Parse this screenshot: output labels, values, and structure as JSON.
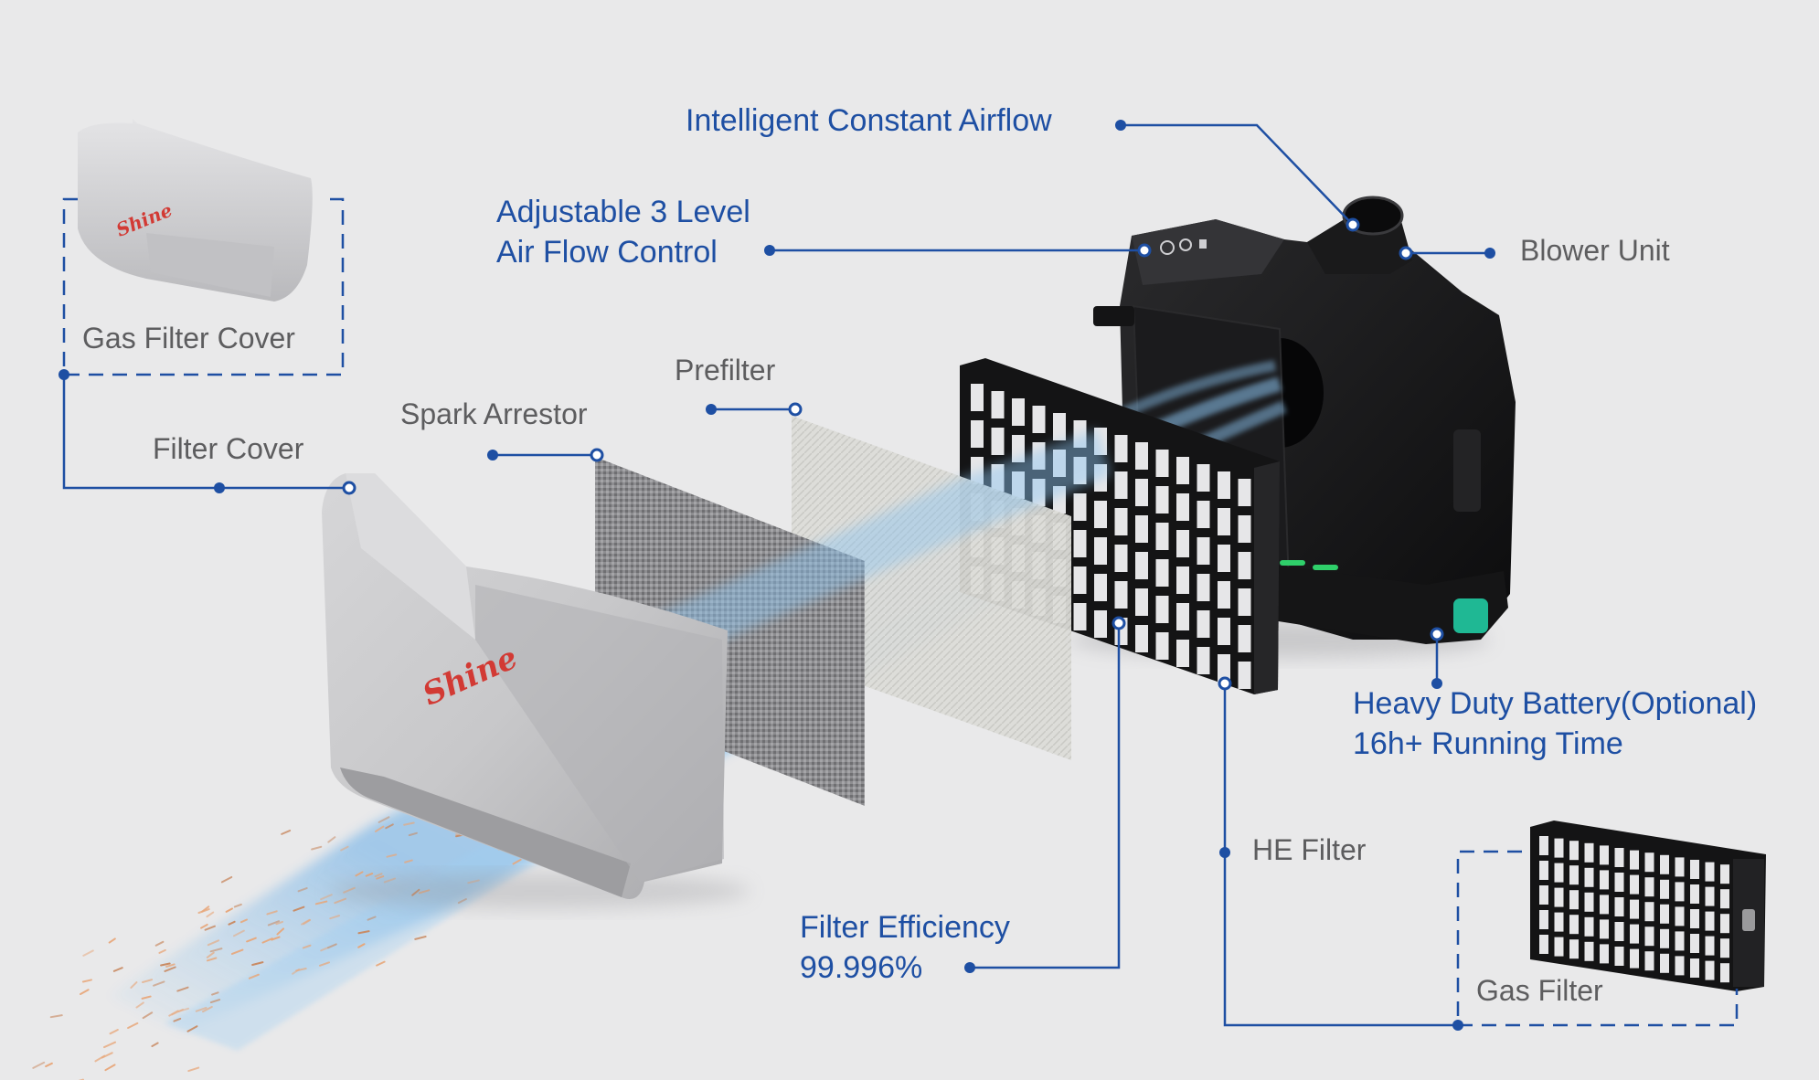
{
  "colors": {
    "background": "#e9e9ea",
    "callout_blue": "#1e4fa3",
    "label_grey": "#5d5d5f",
    "airflow": "#7ab6e8",
    "brand_red": "#d23a34",
    "indicator_green": "#2fcf6a"
  },
  "brand": {
    "logo_text": "Shine"
  },
  "labels": {
    "intelligent_airflow": "Intelligent Constant Airflow",
    "airflow_control": [
      "Adjustable 3 Level",
      "Air Flow Control"
    ],
    "blower_unit": "Blower Unit",
    "gas_filter_cover": "Gas Filter Cover",
    "filter_cover": "Filter Cover",
    "spark_arrestor": "Spark Arrestor",
    "prefilter": "Prefilter",
    "battery": [
      "Heavy Duty Battery(Optional)",
      "16h+ Running Time"
    ],
    "he_filter": "HE Filter",
    "filter_efficiency": [
      "Filter Efficiency",
      "99.996%"
    ],
    "gas_filter": "Gas Filter"
  },
  "icons": {
    "callout_node": "dot-icon",
    "callout_anchor": "ring-icon"
  }
}
